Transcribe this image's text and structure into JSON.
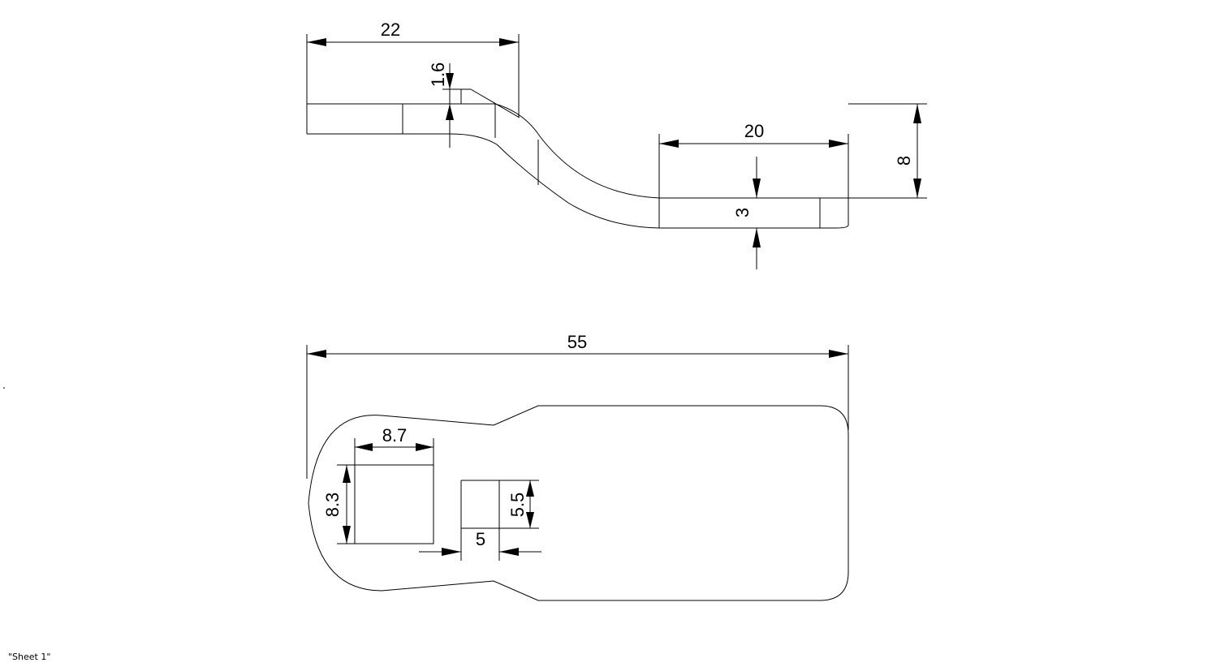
{
  "sheet": {
    "label": "\"Sheet 1\""
  },
  "dimensions": {
    "side_view": {
      "length_left": "22",
      "flange_thickness": "1.6",
      "length_right": "20",
      "offset_height": "8",
      "thickness_right": "3"
    },
    "top_view": {
      "overall_length": "55",
      "square_hole_width": "8.7",
      "square_hole_height": "8.3",
      "small_hole_height": "5.5",
      "small_hole_width": "5"
    }
  },
  "colors": {
    "line": "#000000",
    "background": "#ffffff"
  }
}
